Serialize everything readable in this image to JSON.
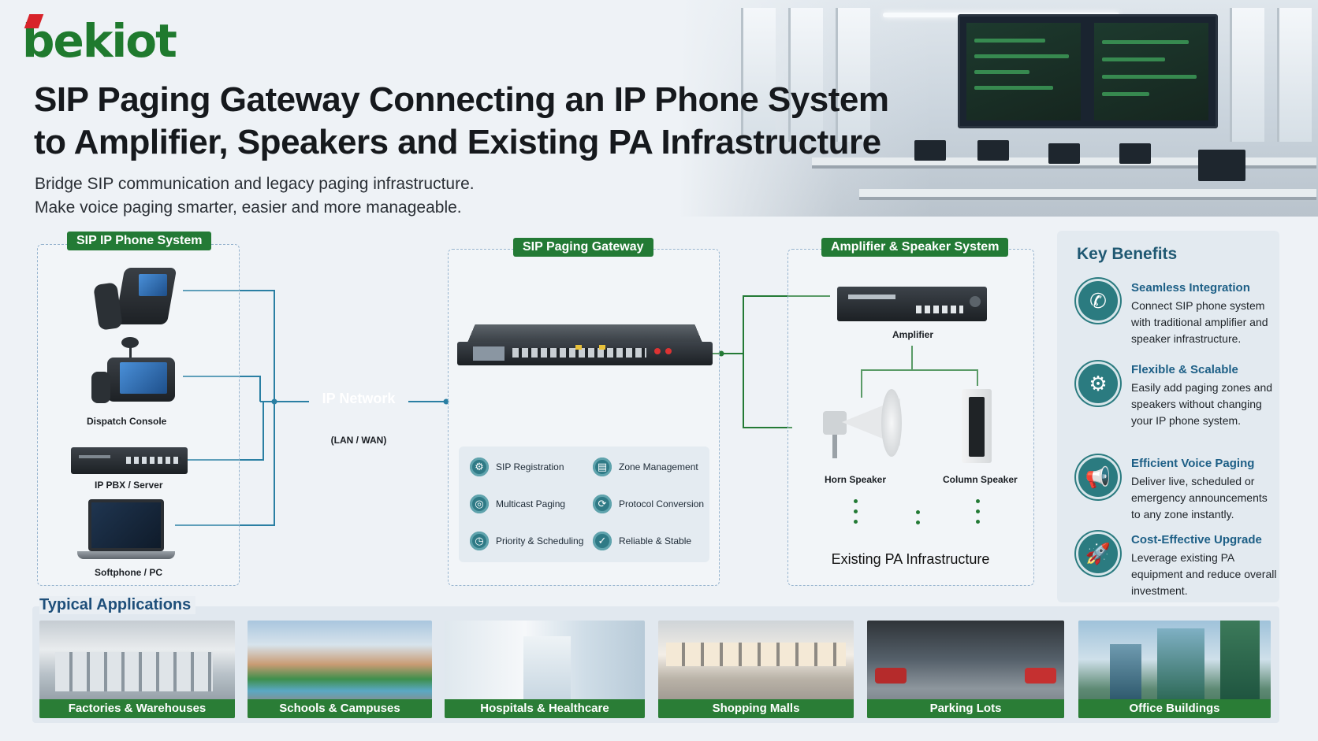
{
  "brand": {
    "logo_text": "bekiot"
  },
  "header": {
    "title_line1": "SIP Paging Gateway Connecting an IP Phone System",
    "title_line2": "to Amplifier, Speakers and Existing PA Infrastructure",
    "subtitle_line1": "Bridge SIP communication and legacy paging infrastructure.",
    "subtitle_line2": "Make voice paging smarter, easier and more manageable."
  },
  "sip_phone_system": {
    "title": "SIP IP Phone System",
    "devices": [
      "Dispatch Console",
      "IP PBX / Server",
      "Softphone / PC"
    ]
  },
  "network": {
    "label": "IP Network",
    "sublabel": "(LAN / WAN)"
  },
  "gateway": {
    "title": "SIP Paging Gateway",
    "features": [
      {
        "label": "SIP Registration",
        "icon": "sip-registration-icon"
      },
      {
        "label": "Zone Management",
        "icon": "zone-management-icon"
      },
      {
        "label": "Multicast Paging",
        "icon": "multicast-icon"
      },
      {
        "label": "Protocol Conversion",
        "icon": "protocol-conversion-icon"
      },
      {
        "label": "Priority & Scheduling",
        "icon": "priority-scheduling-icon"
      },
      {
        "label": "Reliable & Stable",
        "icon": "shield-check-icon"
      }
    ]
  },
  "amplifier_system": {
    "title": "Amplifier & Speaker System",
    "amplifier": "Amplifier",
    "horn_speaker": "Horn Speaker",
    "column_speaker": "Column Speaker",
    "infrastructure": "Existing PA Infrastructure"
  },
  "benefits": {
    "title": "Key Benefits",
    "items": [
      {
        "title": "Seamless Integration",
        "desc": "Connect SIP phone system with traditional amplifier and speaker infrastructure.",
        "icon": "phone-icon"
      },
      {
        "title": "Flexible & Scalable",
        "desc": "Easily add paging zones and speakers without changing your IP phone system.",
        "icon": "gear-icon"
      },
      {
        "title": "Efficient Voice Paging",
        "desc": "Deliver live, scheduled or emergency announcements to any zone instantly.",
        "icon": "megaphone-icon"
      },
      {
        "title": "Cost-Effective Upgrade",
        "desc": "Leverage existing PA equipment and reduce overall investment.",
        "icon": "rocket-icon"
      }
    ]
  },
  "applications": {
    "title": "Typical Applications",
    "items": [
      "Factories & Warehouses",
      "Schools & Campuses",
      "Hospitals & Healthcare",
      "Shopping Malls",
      "Parking Lots",
      "Office Buildings"
    ]
  },
  "colors": {
    "brand_green": "#237a35",
    "teal": "#2b7b80",
    "accent_blue": "#1d5f86"
  }
}
